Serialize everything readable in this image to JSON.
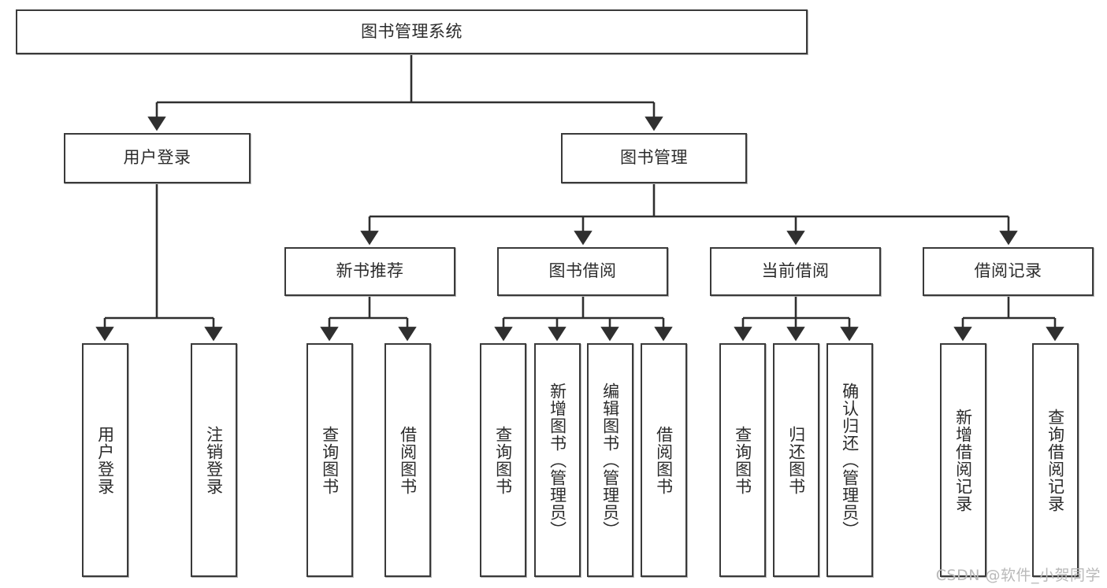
{
  "diagram": {
    "type": "tree-hierarchy",
    "title": "图书管理系统",
    "watermark": "CSDN @软件_小贺同学",
    "colors": {
      "box_border": "#3a3a3a",
      "box_fill": "#ffffff",
      "connector": "#2f2f2f",
      "text": "#2b2b2b",
      "watermark": "#b9b9b9"
    },
    "levels": {
      "root": {
        "label": "图书管理系统"
      },
      "level2": [
        {
          "label": "用户登录"
        },
        {
          "label": "图书管理"
        }
      ],
      "level3": [
        {
          "label": "新书推荐"
        },
        {
          "label": "图书借阅"
        },
        {
          "label": "当前借阅"
        },
        {
          "label": "借阅记录"
        }
      ],
      "leaves": {
        "user_login": [
          {
            "label": "用户登录"
          },
          {
            "label": "注销登录"
          }
        ],
        "new_book_recommend": [
          {
            "label": "查询图书"
          },
          {
            "label": "借阅图书"
          }
        ],
        "book_borrow": [
          {
            "label": "查询图书"
          },
          {
            "label": "新增图书（管理员）"
          },
          {
            "label": "编辑图书（管理员）"
          },
          {
            "label": "借阅图书"
          }
        ],
        "current_borrow": [
          {
            "label": "查询图书"
          },
          {
            "label": "归还图书"
          },
          {
            "label": "确认归还（管理员）"
          }
        ],
        "borrow_records": [
          {
            "label": "新增借阅记录"
          },
          {
            "label": "查询借阅记录"
          }
        ]
      }
    }
  }
}
